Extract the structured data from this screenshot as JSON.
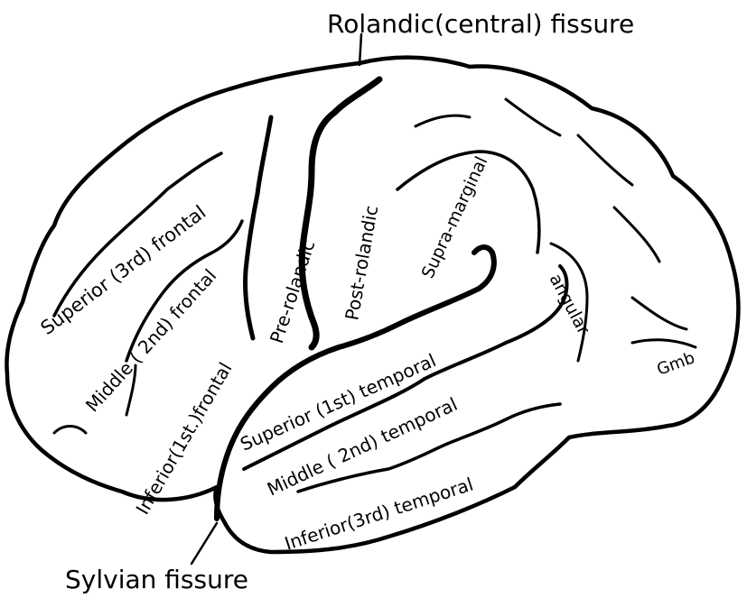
{
  "labels": {
    "rolandic": "Rolandic(central) fissure",
    "sylvian": "Sylvian fissure",
    "superior_frontal": "Superior (3rd) frontal",
    "middle_frontal": "Middle ( 2nd) frontal",
    "inferior_frontal": "Inferior(1st.)frontal",
    "pre_rolandic": "Pre-rolandic",
    "post_rolandic": "Post-rolandic",
    "supra_marginal": "Supra-marginal",
    "angular": "angular",
    "gmb": "Gmb",
    "superior_temporal": "Superior (1st) temporal",
    "middle_temporal": "Middle ( 2nd) temporal",
    "inferior_temporal": "Inferior(3rd) temporal"
  },
  "colors": {
    "ink": "#000000",
    "paper": "#ffffff"
  }
}
